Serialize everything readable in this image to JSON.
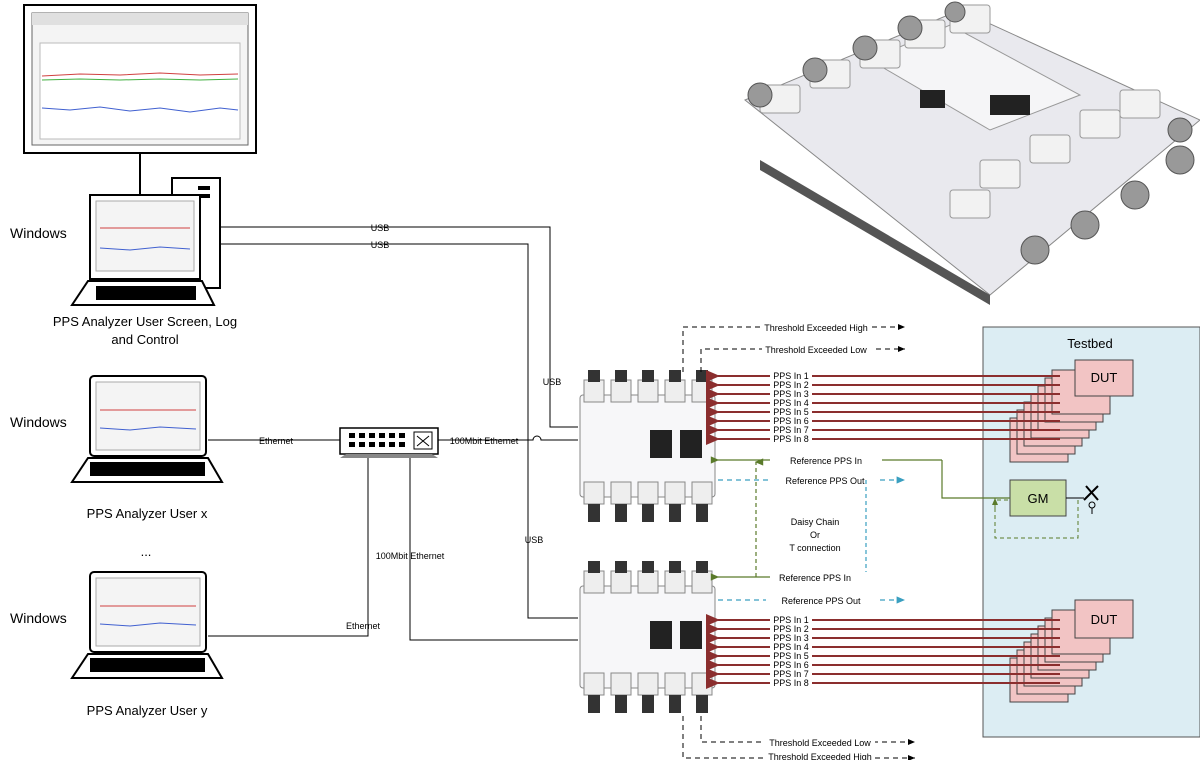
{
  "left": {
    "windows_label_1": "Windows",
    "windows_label_2": "Windows",
    "windows_label_3": "Windows",
    "pc_caption_line1": "PPS Analyzer User Screen, Log",
    "pc_caption_line2": "and Control",
    "laptop_x_caption": "PPS Analyzer User x",
    "laptop_y_caption": "PPS Analyzer User y",
    "ellipsis": "..."
  },
  "connections": {
    "usb_1": "USB",
    "usb_2": "USB",
    "usb_3": "USB",
    "usb_4": "USB",
    "ethernet_1": "Ethernet",
    "ethernet_2": "Ethernet",
    "hundred_mbit_1": "100Mbit Ethernet",
    "hundred_mbit_2": "100Mbit Ethernet"
  },
  "unit_top": {
    "threshold_high": "Threshold Exceeded High",
    "threshold_low": "Threshold Exceeded Low",
    "ref_in": "Reference PPS In",
    "ref_out": "Reference PPS Out",
    "pps_inputs": [
      "PPS In 1",
      "PPS In 2",
      "PPS In 3",
      "PPS In 4",
      "PPS In 5",
      "PPS In 6",
      "PPS In 7",
      "PPS In 8"
    ]
  },
  "unit_bottom": {
    "threshold_low": "Threshold Exceeded Low",
    "threshold_high": "Threshold Exceeded High",
    "ref_in": "Reference PPS In",
    "ref_out": "Reference PPS Out",
    "pps_inputs": [
      "PPS In 1",
      "PPS In 2",
      "PPS In 3",
      "PPS In 4",
      "PPS In 5",
      "PPS In 6",
      "PPS In 7",
      "PPS In 8"
    ]
  },
  "daisy": {
    "line1": "Daisy Chain",
    "line2": "Or",
    "line3": "T connection"
  },
  "testbed": {
    "title": "Testbed",
    "dut_top": "DUT",
    "dut_bottom": "DUT",
    "gm": "GM"
  },
  "colors": {
    "pps_line": "#8b2e2e",
    "ref_in_line": "#5a7a2a",
    "ref_out_line": "#3a9fc0",
    "testbed_fill": "#dcedf3",
    "dut_fill": "#f2c4c4",
    "gm_fill": "#c9dfa7"
  }
}
